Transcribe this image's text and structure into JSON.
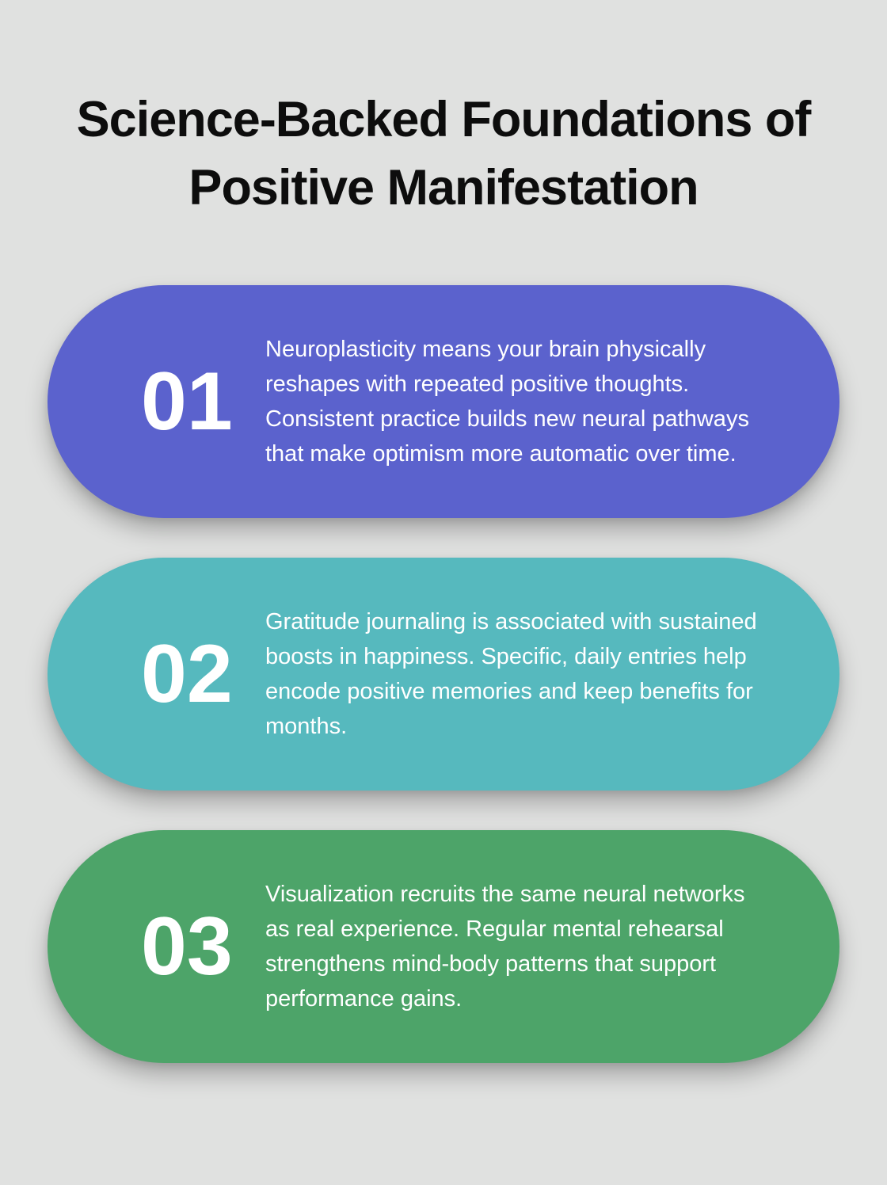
{
  "page": {
    "background_color": "#e0e1e0",
    "title": "Science-Backed Foundations of\nPositive Manifestation",
    "title_color": "#0d0d0d",
    "text_color": "#ffffff"
  },
  "cards": [
    {
      "number": "01",
      "color": "#5b62cd",
      "text": "Neuroplasticity means your brain physically\nreshapes with repeated positive thoughts.\nConsistent practice builds new neural pathways\nthat make optimism more automatic over time."
    },
    {
      "number": "02",
      "color": "#56b9be",
      "text": "Gratitude journaling is associated with sustained\nboosts in happiness. Specific, daily entries help\nencode positive memories and keep benefits for\nmonths."
    },
    {
      "number": "03",
      "color": "#4da469",
      "text": "Visualization recruits the same neural networks\nas real experience. Regular mental rehearsal\nstrengthens mind-body patterns that support\nperformance gains."
    }
  ]
}
